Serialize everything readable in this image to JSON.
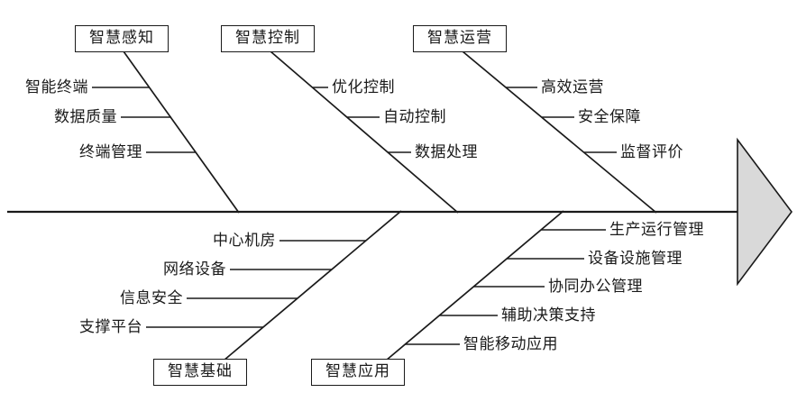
{
  "diagram": {
    "type": "fishbone",
    "colors": {
      "line": "#1a1a1a",
      "arrow_fill": "#d9d9d9",
      "box_background": "#ffffff",
      "text": "#1a1a1a"
    },
    "top_categories": [
      {
        "label": "智慧感知",
        "items": [
          "智能终端",
          "数据质量",
          "终端管理"
        ]
      },
      {
        "label": "智慧控制",
        "items": [
          "优化控制",
          "自动控制",
          "数据处理"
        ]
      },
      {
        "label": "智慧运营",
        "items": [
          "高效运营",
          "安全保障",
          "监督评价"
        ]
      }
    ],
    "bottom_categories": [
      {
        "label": "智慧基础",
        "items": [
          "中心机房",
          "网络设备",
          "信息安全",
          "支撑平台"
        ]
      },
      {
        "label": "智慧应用",
        "items": [
          "生产运行管理",
          "设备设施管理",
          "协同办公管理",
          "辅助决策支持",
          "智能移动应用"
        ]
      }
    ]
  }
}
